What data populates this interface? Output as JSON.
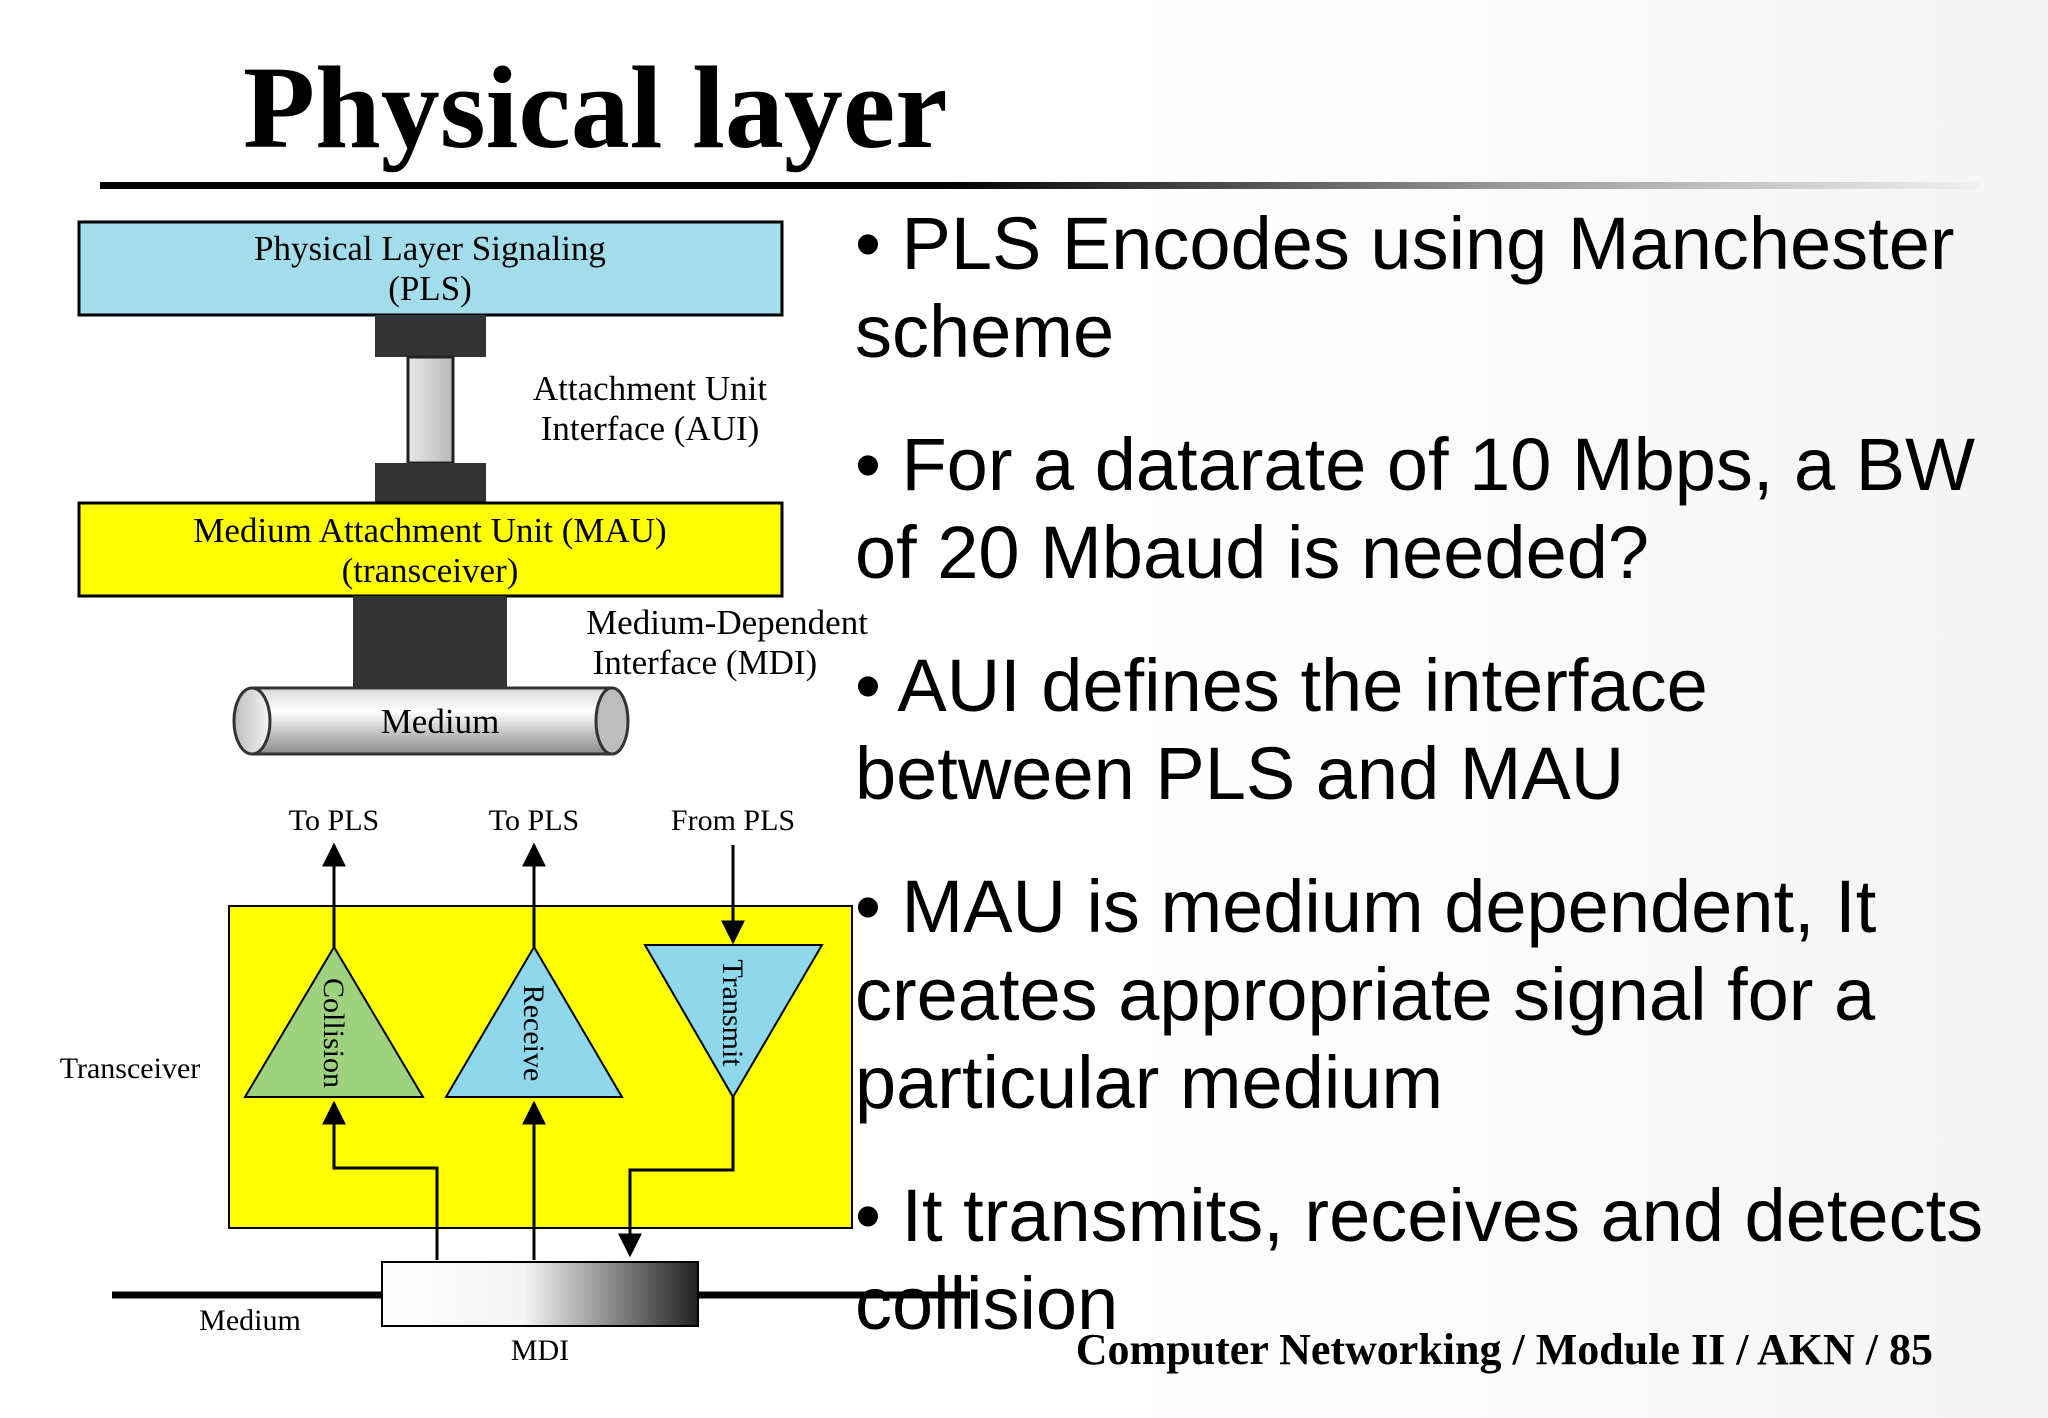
{
  "slide": {
    "title": "Physical layer",
    "footer": "Computer Networking / Module II / AKN / 85"
  },
  "diagram_top": {
    "pls_line1": "Physical Layer Signaling",
    "pls_line2": "(PLS)",
    "aui_line1": "Attachment Unit",
    "aui_line2": "Interface (AUI)",
    "mau_line1": "Medium Attachment Unit (MAU)",
    "mau_line2": "(transceiver)",
    "mdi_line1": "Medium-Dependent",
    "mdi_line2": "Interface (MDI)",
    "medium": "Medium",
    "colors": {
      "pls_box": "#a3dcea",
      "mau_box": "#ffff00",
      "connector": "#333333"
    }
  },
  "diagram_bottom": {
    "to_pls_1": "To PLS",
    "to_pls_2": "To PLS",
    "from_pls": "From PLS",
    "collision": "Collision",
    "receive": "Receive",
    "transmit": "Transmit",
    "transceiver": "Transceiver",
    "medium": "Medium",
    "mdi": "MDI",
    "colors": {
      "box": "#ffff00",
      "collision": "#9fd27e",
      "receive": "#8fd8ec",
      "transmit": "#8fd8ec"
    }
  },
  "bullets": [
    "• PLS Encodes using Manchester scheme",
    "• For a datarate of 10 Mbps, a BW of 20 Mbaud is needed?",
    "• AUI defines the interface between PLS and MAU",
    "• MAU is medium dependent, It creates appropriate signal for a particular medium",
    "• It transmits, receives and detects collision"
  ]
}
